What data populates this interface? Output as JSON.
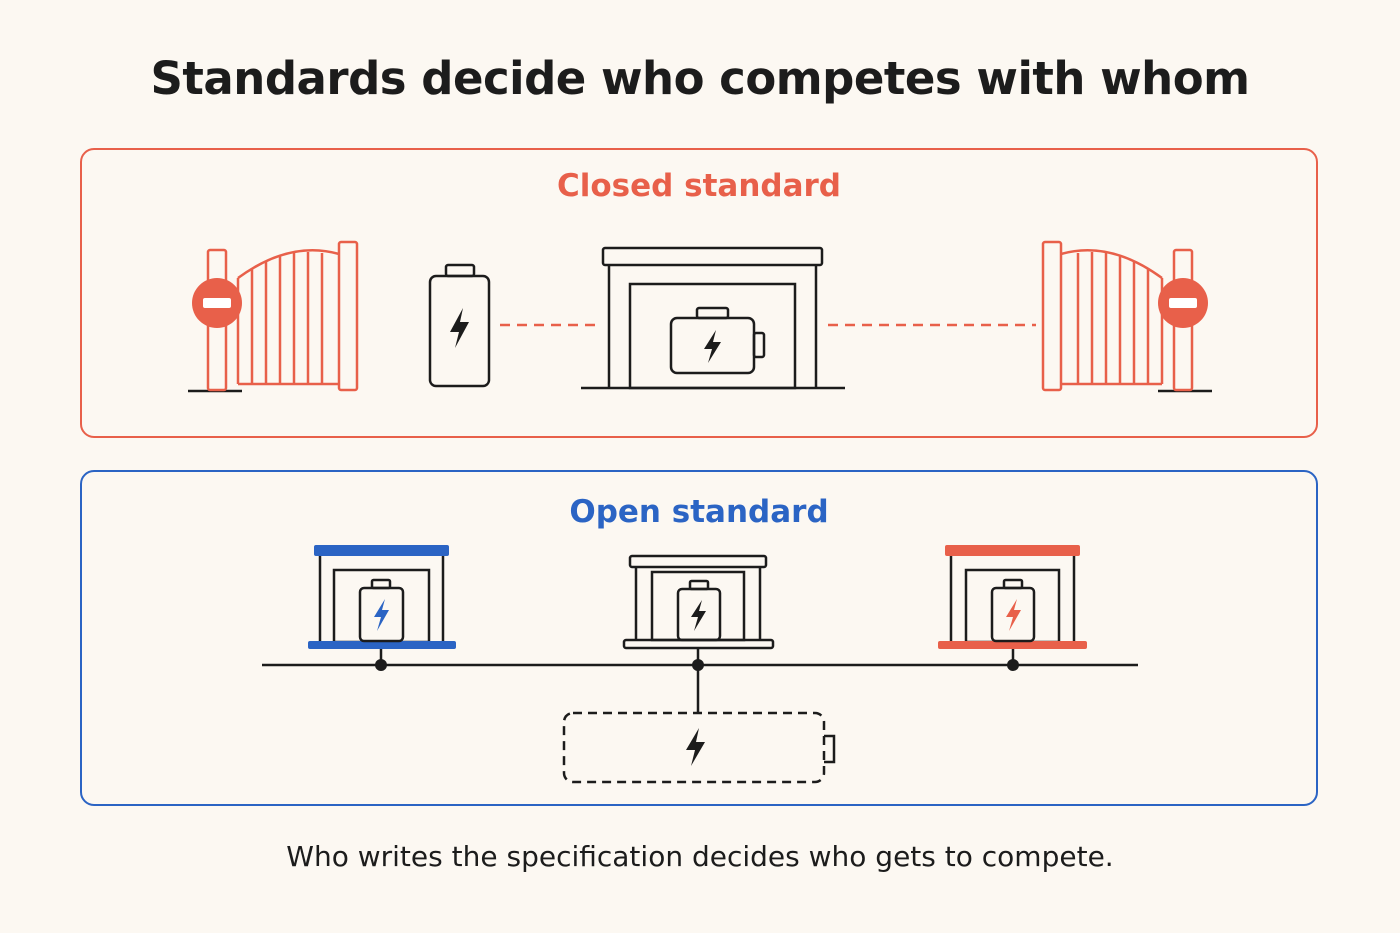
{
  "title": "Standards decide who competes with whom",
  "closed": {
    "label": "Closed standard"
  },
  "open": {
    "label": "Open standard"
  },
  "caption": "Who writes the specification decides who gets to compete.",
  "colors": {
    "red": "#e8604a",
    "blue": "#2b64c4",
    "ink": "#1c1c1c",
    "background": "#fcf8f2"
  }
}
